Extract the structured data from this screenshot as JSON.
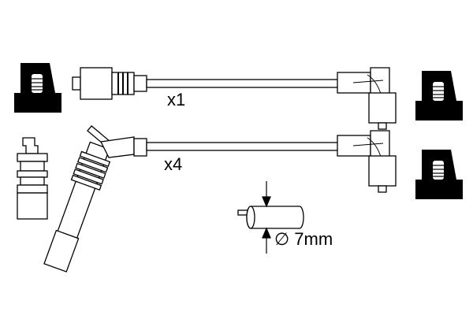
{
  "labels": {
    "top_quantity": "x1",
    "bottom_quantity": "x4",
    "diameter": "∅ 7mm"
  },
  "colors": {
    "line": "#000000",
    "background": "#ffffff"
  }
}
